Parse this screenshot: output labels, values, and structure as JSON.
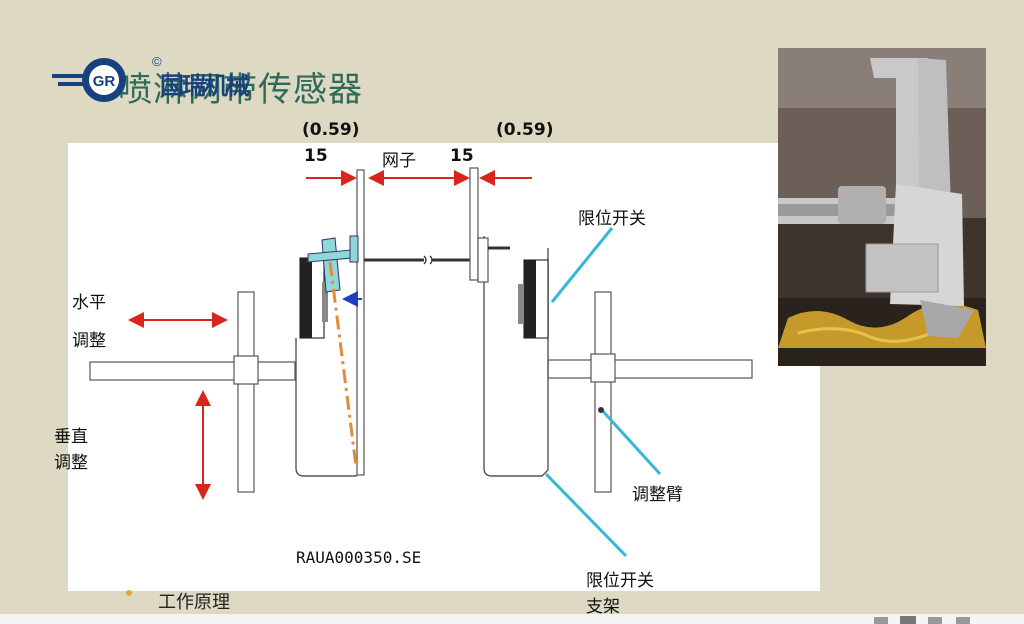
{
  "slide": {
    "title": "喷淋网带传感器",
    "logo_text": "国瑞机械",
    "logo_badge": "GR",
    "logo_mark": "©"
  },
  "diagram": {
    "dim_left_inch": "(0.59)",
    "dim_left_mm": "15",
    "dim_right_inch": "(0.59)",
    "dim_right_mm": "15",
    "mesh_label": "网子",
    "limit_switch": "限位开关",
    "horizontal_adjust_line1": "水平",
    "horizontal_adjust_line2": "调整",
    "vertical_adjust_line1": "垂直",
    "vertical_adjust_line2": "调整",
    "adjust_arm": "调整臂",
    "limit_switch_bracket_line1": "限位开关",
    "limit_switch_bracket_line2": "支架",
    "drawing_code": "RAUA000350.SE"
  },
  "bullet": {
    "text": "工作原理"
  },
  "colors": {
    "background": "#ddd9c3",
    "title": "#2e6b5a",
    "arrow_red": "#d9261c",
    "callout_cyan": "#35b8d8",
    "logo_blue": "#17427e"
  }
}
